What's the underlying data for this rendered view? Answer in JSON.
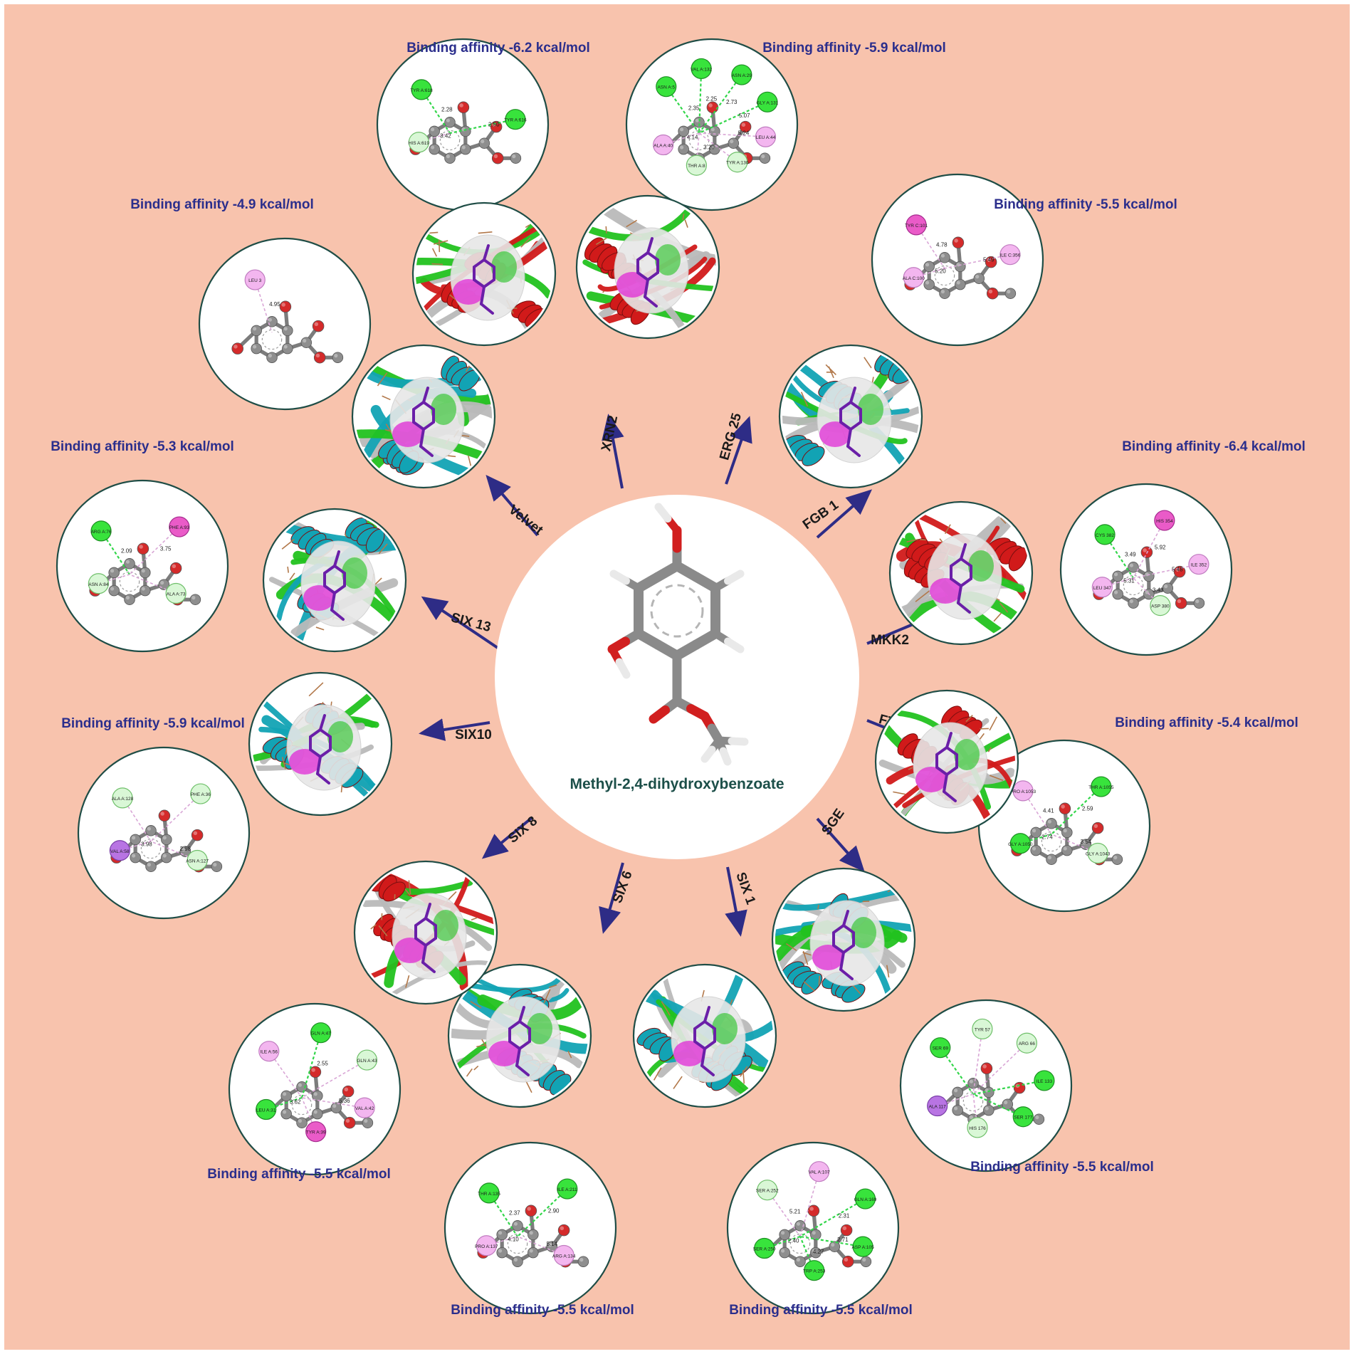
{
  "colors": {
    "background": "#f8c3ad",
    "frame": "#ffffff",
    "circle_stroke": "#1f4d46",
    "affinity_text": "#2b2e8c",
    "arrow": "#2e2c86",
    "center_label": "#1c4f49",
    "protein_red": "#d11a1a",
    "protein_cyan": "#12a3b4",
    "protein_green": "#22c21f",
    "ribbon_grey": "#b9b9b9",
    "ligand_purple": "#6a1fa8",
    "surface_magenta": "#e02ad6",
    "atom_grey": "#8e8e8e",
    "atom_red": "#d42a2a",
    "hbond_green": "#32d64a",
    "pink_residue": "#f3b6ef",
    "light_green_residue": "#d9f7d6"
  },
  "center": {
    "label": "Methyl-2,4-dihydroxybenzoate",
    "icon": "ligand-3d-stick-model"
  },
  "targets": [
    {
      "label": "XRN2",
      "affinity": "Binding affinity -6.2 kcal/mol",
      "palette": "red",
      "residues": [
        {
          "name": "TYR A:618",
          "color": "green",
          "dist": "2.28"
        },
        {
          "name": "TYR A:616",
          "color": "green",
          "dist": "2.50"
        },
        {
          "name": "HIS A:619",
          "color": "lightgreen",
          "dist": "3.42"
        }
      ]
    },
    {
      "label": "ERG 25",
      "affinity": "Binding affinity -5.9 kcal/mol",
      "palette": "red",
      "residues": [
        {
          "name": "ASN A:5",
          "color": "green",
          "dist": "2.35"
        },
        {
          "name": "VAL A:132",
          "color": "green",
          "dist": "2.25"
        },
        {
          "name": "ASN A:29",
          "color": "green",
          "dist": "2.73"
        },
        {
          "name": "GLY A:131",
          "color": "green",
          "dist": "5.07"
        },
        {
          "name": "LEU A:44",
          "color": "pink",
          "dist": "5.24"
        },
        {
          "name": "TYR A:130",
          "color": "lightgreen",
          "dist": ""
        },
        {
          "name": "THR A:8",
          "color": "lightgreen",
          "dist": "3.20"
        },
        {
          "name": "ALA A:40",
          "color": "pink",
          "dist": "4.14"
        }
      ]
    },
    {
      "label": "FGB 1",
      "affinity": "Binding affinity -5.5 kcal/mol",
      "palette": "cyan",
      "residues": [
        {
          "name": "TYR C:101",
          "color": "magenta",
          "dist": "4.78"
        },
        {
          "name": "ILE C:356",
          "color": "pink",
          "dist": "5.49"
        },
        {
          "name": "ALA C:100",
          "color": "pink",
          "dist": "5.20"
        }
      ]
    },
    {
      "label": "MKK2",
      "affinity": "Binding affinity -6.4 kcal/mol",
      "palette": "red",
      "residues": [
        {
          "name": "CYS 382",
          "color": "green",
          "dist": "3.49"
        },
        {
          "name": "HIS 354",
          "color": "magenta",
          "dist": "5.92"
        },
        {
          "name": "ILE 352",
          "color": "pink",
          "dist": "5.48"
        },
        {
          "name": "ASP 380",
          "color": "lightgreen",
          "dist": "3.43"
        },
        {
          "name": "LEU 347",
          "color": "pink",
          "dist": "5.31"
        }
      ]
    },
    {
      "label": "FTF 1",
      "affinity": "Binding affinity -5.4 kcal/mol",
      "palette": "red",
      "residues": [
        {
          "name": "PRO A:1053",
          "color": "pink",
          "dist": "4.41"
        },
        {
          "name": "THR A:1055",
          "color": "green",
          "dist": "2.59"
        },
        {
          "name": "GLY A:1043",
          "color": "lightgreen",
          "dist": "3.54"
        },
        {
          "name": "GLY A:1050",
          "color": "green",
          "dist": "2.74"
        }
      ]
    },
    {
      "label": "SGE",
      "affinity": "Binding affinity -5.5 kcal/mol",
      "palette": "cyan",
      "residues": [
        {
          "name": "SER 69",
          "color": "green",
          "dist": ""
        },
        {
          "name": "TYR 57",
          "color": "lightgreen",
          "dist": ""
        },
        {
          "name": "ARG 66",
          "color": "lightgreen",
          "dist": ""
        },
        {
          "name": "ILE 133",
          "color": "green",
          "dist": ""
        },
        {
          "name": "SER 177",
          "color": "green",
          "dist": ""
        },
        {
          "name": "HIS 176",
          "color": "lightgreen",
          "dist": ""
        },
        {
          "name": "ALA 117",
          "color": "purple",
          "dist": ""
        }
      ]
    },
    {
      "label": "SIX 1",
      "affinity": "Binding affinity -5.5 kcal/mol",
      "palette": "cyan",
      "residues": [
        {
          "name": "SER A:252",
          "color": "lightgreen",
          "dist": "5.21"
        },
        {
          "name": "VAL A:107",
          "color": "pink",
          "dist": ""
        },
        {
          "name": "GLN A:169",
          "color": "green",
          "dist": "2.31"
        },
        {
          "name": "ASP A:105",
          "color": "green",
          "dist": "2.71"
        },
        {
          "name": "TRP A:253",
          "color": "green",
          "dist": "4.27"
        },
        {
          "name": "SER A:250",
          "color": "green",
          "dist": "2.40"
        }
      ]
    },
    {
      "label": "SIX 6",
      "affinity": "Binding affinity -5.5 kcal/mol",
      "palette": "cyan",
      "residues": [
        {
          "name": "THR A:135",
          "color": "green",
          "dist": "2.37"
        },
        {
          "name": "ILE A:211",
          "color": "green",
          "dist": "2.90"
        },
        {
          "name": "ARG A:134",
          "color": "pink",
          "dist": "5.14"
        },
        {
          "name": "PRO A:137",
          "color": "pink",
          "dist": "4.10"
        }
      ]
    },
    {
      "label": "SIX 8",
      "affinity": "Binding affinity -5.5 kcal/mol",
      "palette": "red",
      "residues": [
        {
          "name": "ILE A:56",
          "color": "pink",
          "dist": ""
        },
        {
          "name": "GLN A:47",
          "color": "green",
          "dist": "2.55"
        },
        {
          "name": "GLN A:43",
          "color": "lightgreen",
          "dist": ""
        },
        {
          "name": "VAL A:42",
          "color": "pink",
          "dist": "5.36"
        },
        {
          "name": "TYR A:39",
          "color": "magenta",
          "dist": ""
        },
        {
          "name": "LEU A:31",
          "color": "green",
          "dist": "3.62"
        }
      ]
    },
    {
      "label": "SIX10",
      "affinity": "Binding affinity -5.9 kcal/mol",
      "palette": "cyan",
      "residues": [
        {
          "name": "ALA A:128",
          "color": "lightgreen",
          "dist": ""
        },
        {
          "name": "PHE A:36",
          "color": "lightgreen",
          "dist": ""
        },
        {
          "name": "ASN A:127",
          "color": "lightgreen",
          "dist": "2.98"
        },
        {
          "name": "VAL A:58",
          "color": "purple",
          "dist": "3.98"
        }
      ]
    },
    {
      "label": "SIX 13",
      "affinity": "Binding affinity -5.3 kcal/mol",
      "palette": "cyan",
      "residues": [
        {
          "name": "ARG A:76",
          "color": "green",
          "dist": "2.09"
        },
        {
          "name": "PHE A:93",
          "color": "magenta",
          "dist": "3.75"
        },
        {
          "name": "ALA A:73",
          "color": "lightgreen",
          "dist": ""
        },
        {
          "name": "ASN A:84",
          "color": "lightgreen",
          "dist": ""
        }
      ]
    },
    {
      "label": "Velvet",
      "affinity": "Binding affinity -4.9 kcal/mol",
      "palette": "cyan",
      "residues": [
        {
          "name": "LEU 3",
          "color": "pink",
          "dist": "4.95"
        }
      ]
    }
  ]
}
